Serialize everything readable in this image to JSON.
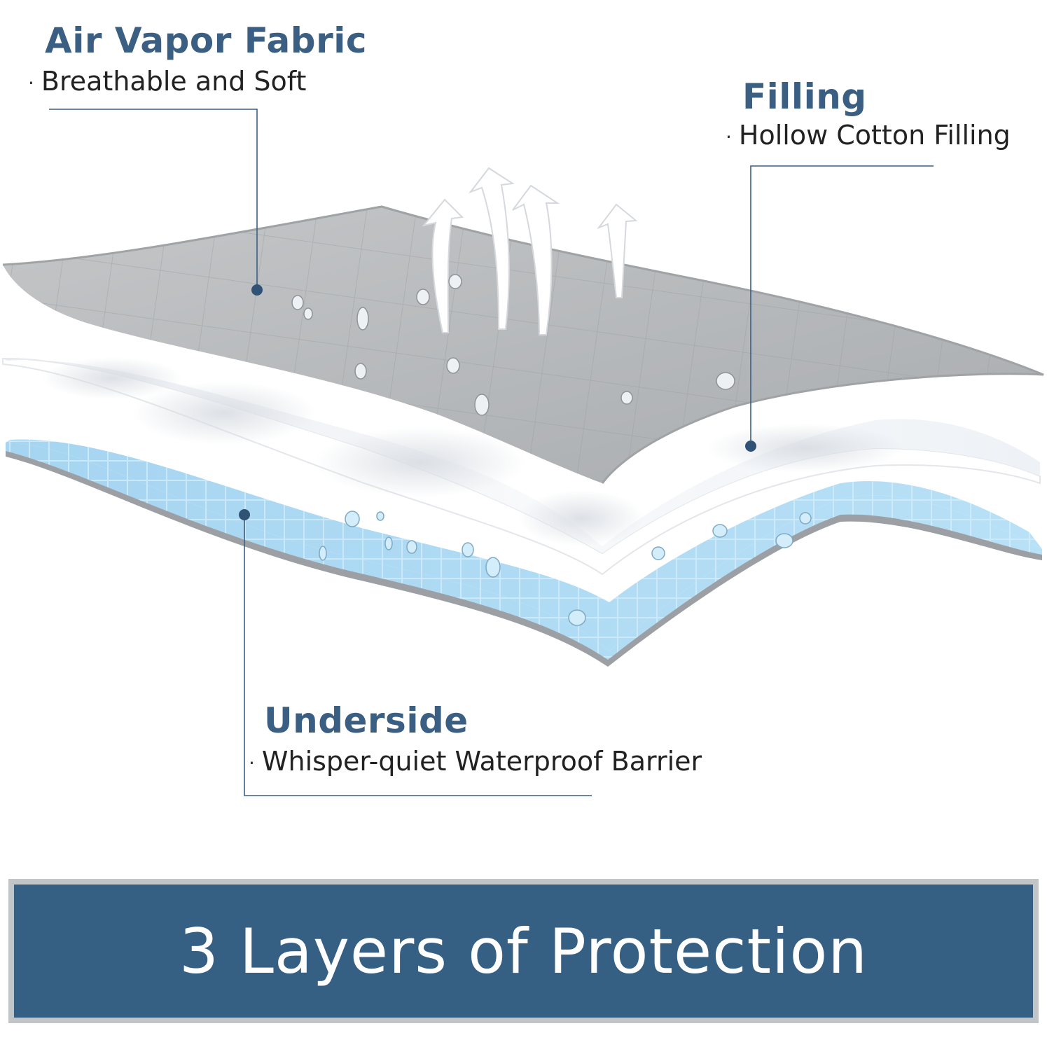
{
  "layers": {
    "top": {
      "title": "Air Vapor Fabric",
      "subtitle": "Breathable and Soft",
      "bullet": "·"
    },
    "middle": {
      "title": "Filling",
      "subtitle": "Hollow Cotton Filling",
      "bullet": "·"
    },
    "bottom": {
      "title": "Underside",
      "subtitle": "Whisper-quiet Waterproof Barrier",
      "bullet": "·"
    }
  },
  "banner": {
    "text": "3 Layers of Protection"
  },
  "colors": {
    "accent": "#365f84",
    "title_text": "#3b5f82",
    "top_layer": "#b7b9bb",
    "middle_layer": "#f4f6f9",
    "bottom_layer": "#a9d8f3",
    "banner_border": "#c2c5c8"
  },
  "icons": [
    "airflow-arrow-icon",
    "water-droplet-icon"
  ]
}
